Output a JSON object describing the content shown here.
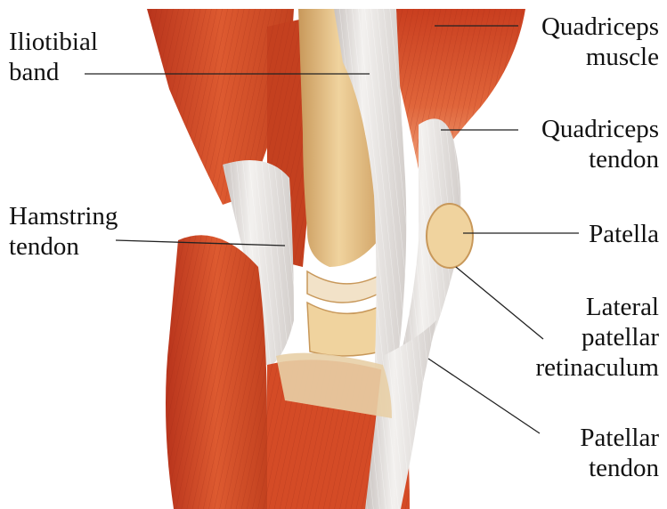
{
  "labels": {
    "iliotibial_band": [
      "Iliotibial",
      "band"
    ],
    "hamstring_tendon": [
      "Hamstring",
      "tendon"
    ],
    "quadriceps_muscle": [
      "Quadriceps",
      "muscle"
    ],
    "quadriceps_tendon": [
      "Quadriceps",
      "tendon"
    ],
    "patella": [
      "Patella"
    ],
    "lateral_patellar_retinaculum": [
      "Lateral",
      "patellar",
      "retinaculum"
    ],
    "patellar_tendon": [
      "Patellar",
      "tendon"
    ]
  },
  "colors": {
    "muscle_dark": "#b8341c",
    "muscle_mid": "#d9552e",
    "muscle_light": "#ec8a5e",
    "tendon": "#e9e6e3",
    "tendon_shadow": "#b9b4b2",
    "bone": "#e9c58c",
    "bone_shadow": "#c8985a",
    "cartilage": "#f2e2c8",
    "leader_line": "#222222",
    "text": "#111111"
  }
}
